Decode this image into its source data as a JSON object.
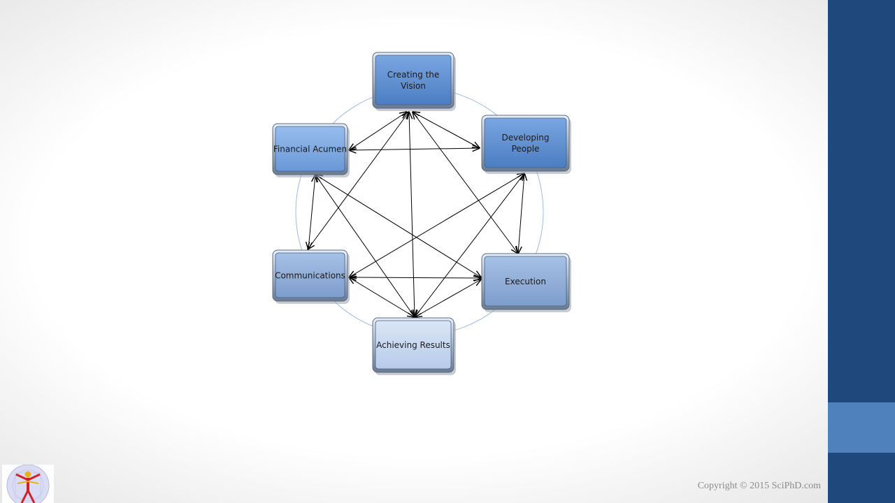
{
  "diagram": {
    "nodes": [
      {
        "id": "creating-the-vision",
        "lines": [
          "Creating the",
          "Vision"
        ]
      },
      {
        "id": "developing-people",
        "lines": [
          "Developing",
          "People"
        ]
      },
      {
        "id": "execution",
        "lines": [
          "Execution"
        ]
      },
      {
        "id": "achieving-results",
        "lines": [
          "Achieving Results"
        ]
      },
      {
        "id": "communications",
        "lines": [
          "Communications"
        ]
      },
      {
        "id": "financial-acumen",
        "lines": [
          "Financial Acumen"
        ]
      }
    ],
    "connections": "bidirectional arrows between every pair of nodes",
    "colors": {
      "node_fill_dark": "#5f8fd0",
      "node_fill_medium": "#7fa8e0",
      "node_fill_light": "#c9d9f0",
      "ring": "#9dbbe3",
      "arrow": "#000000"
    }
  },
  "footer": {
    "copyright": "Copyright  © 2015 SciPhD.com"
  },
  "logo": {
    "icon": "vitruvian-figure-logo-icon"
  },
  "theme": {
    "sidebar_color": "#1f497d",
    "sidebar_accent_color": "#4f81bd"
  }
}
